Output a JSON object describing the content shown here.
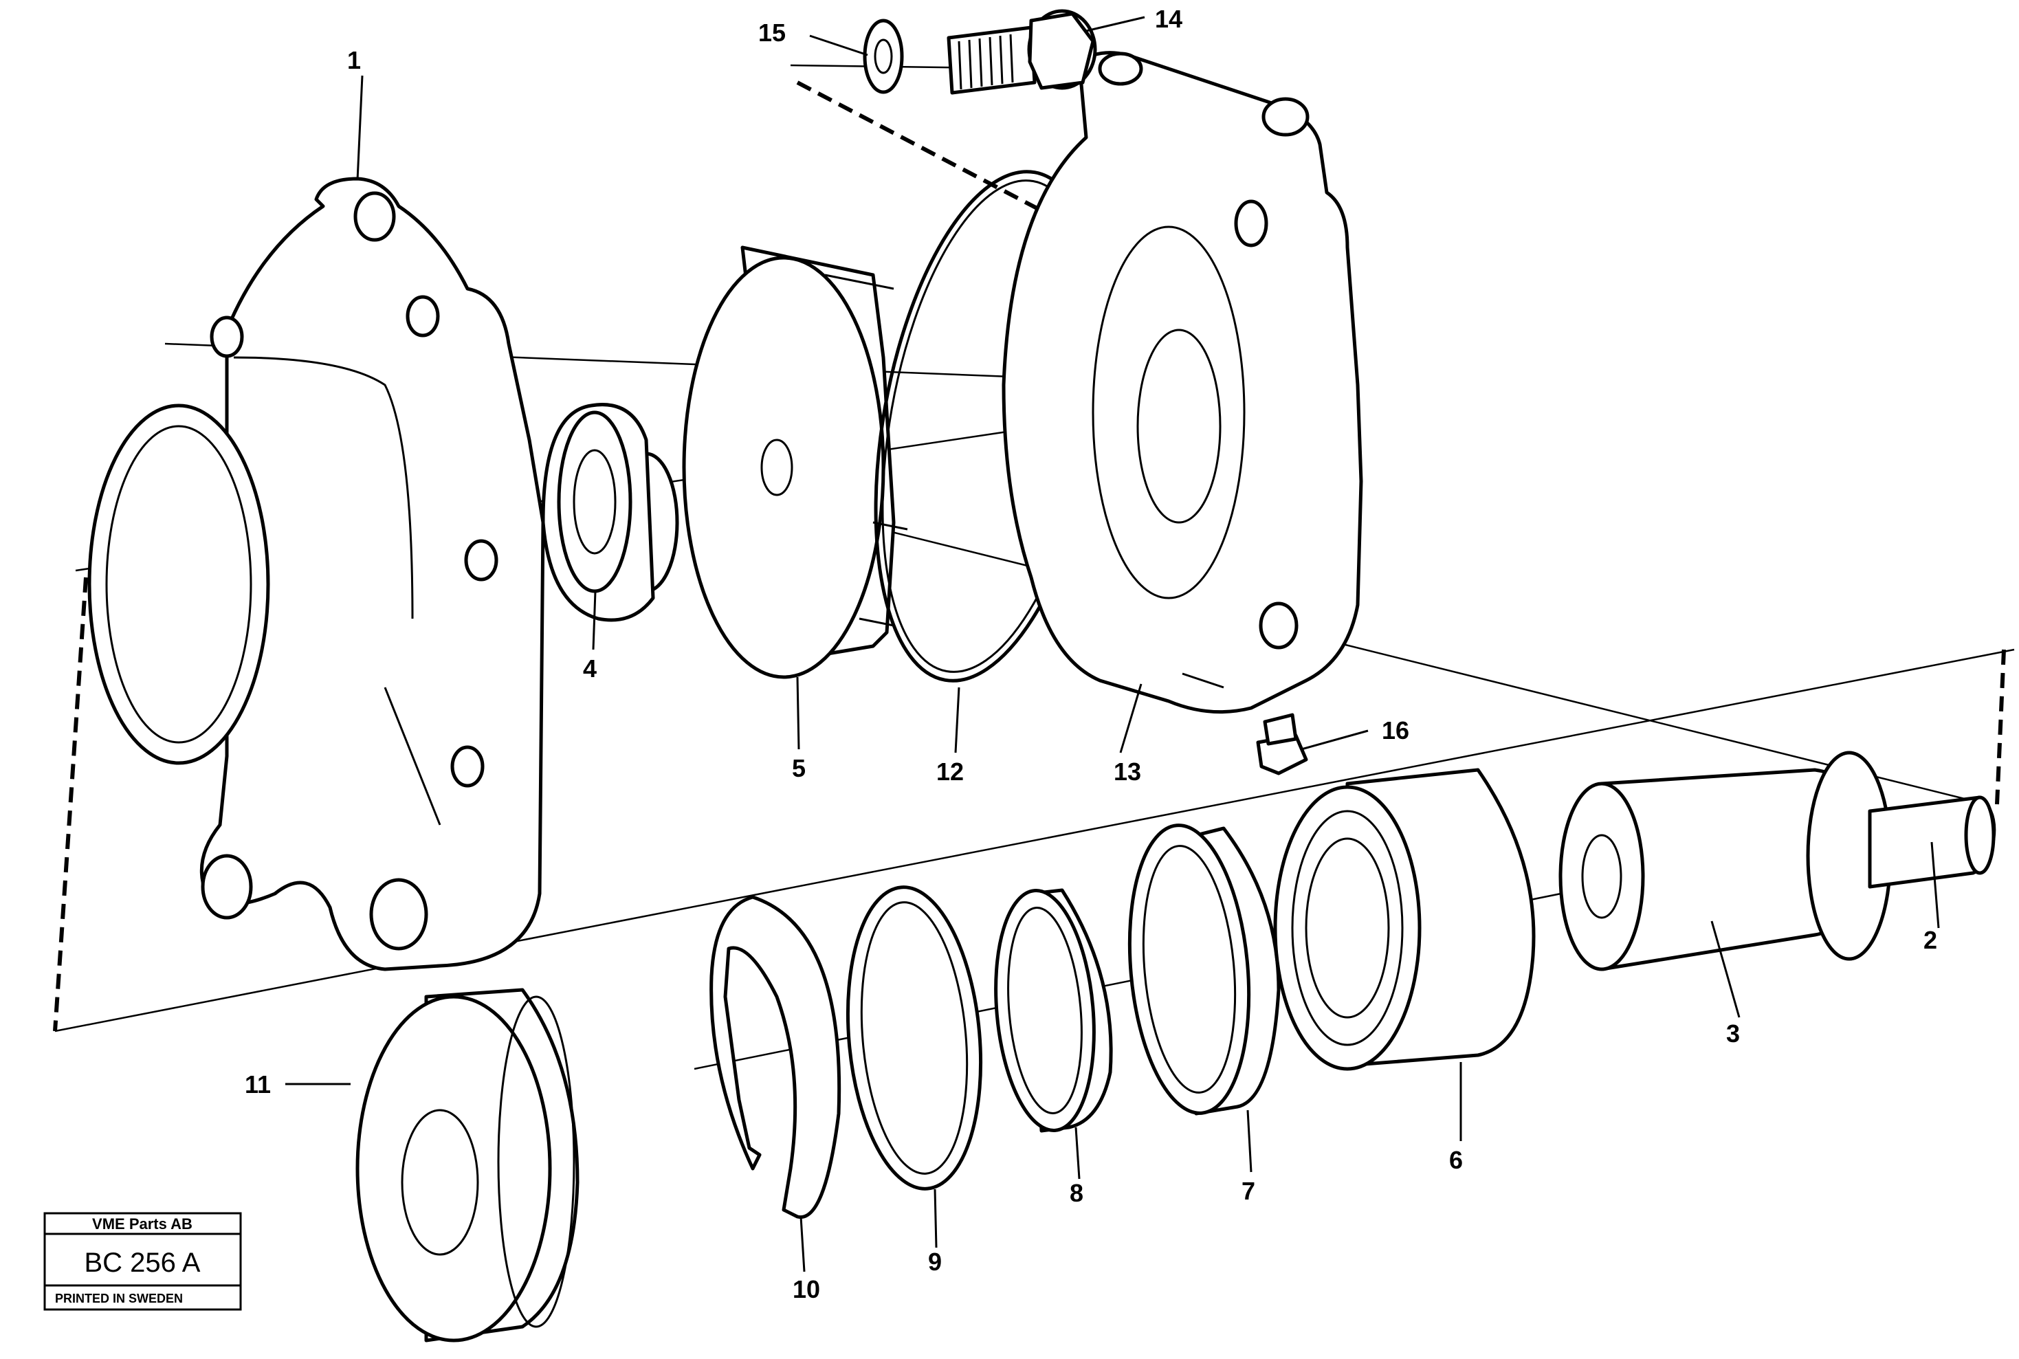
{
  "callouts": {
    "c1": "1",
    "c2": "2",
    "c3": "3",
    "c4": "4",
    "c5": "5",
    "c6": "6",
    "c7": "7",
    "c8": "8",
    "c9": "9",
    "c10": "10",
    "c11": "11",
    "c12": "12",
    "c13": "13",
    "c14": "14",
    "c15": "15",
    "c16": "16"
  },
  "title_block": {
    "company": "VME Parts AB",
    "code": "BC 256 A",
    "printed": "PRINTED IN SWEDEN"
  }
}
